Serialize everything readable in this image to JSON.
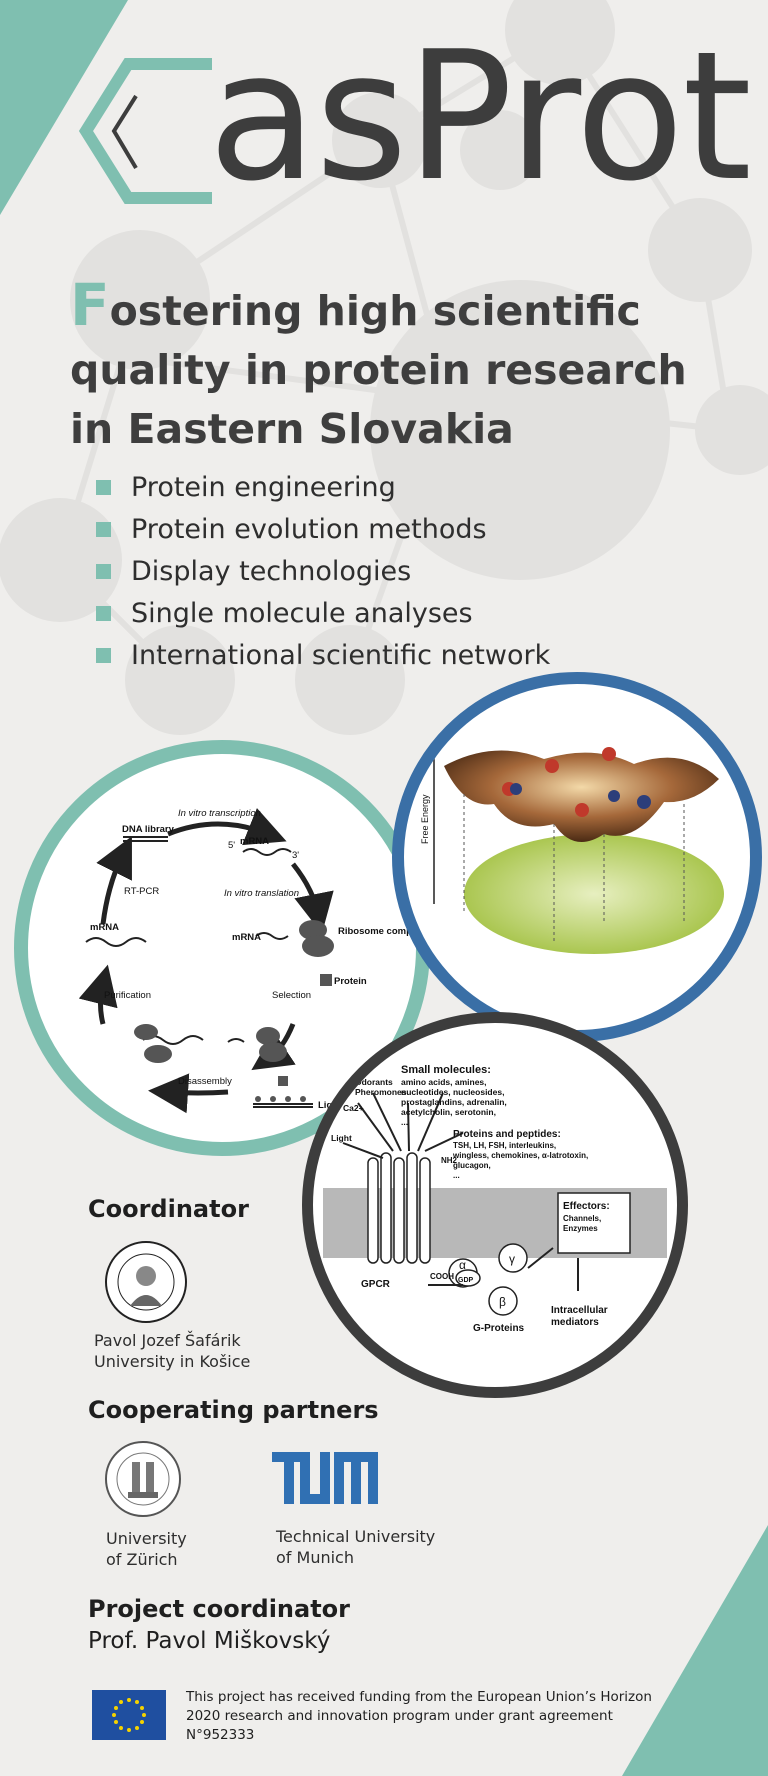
{
  "logo": {
    "text": "asProt",
    "mark_icon": "bracket-chevron-icon"
  },
  "headline": {
    "first_letter": "F",
    "rest": "ostering high scientific quality in protein research in Eastern Slovakia"
  },
  "features": [
    "Protein engineering",
    "Protein evolution methods",
    "Display technologies",
    "Single molecule analyses",
    "International scientific network"
  ],
  "cycle_diagram": {
    "dna_library": "DNA library",
    "in_vitro_transcription": "In vitro transcription",
    "mrna_top": "mRNA",
    "in_vitro_translation": "In vitro translation",
    "rt_pcr": "RT-PCR",
    "ribosome_complex": "Ribosome complex",
    "mrna_ribo": "mRNA",
    "protein": "Protein",
    "mrna_left": "mRNA",
    "purification": "Purification",
    "selection": "Selection",
    "disassembly": "Disassembly",
    "ligand": "Ligand",
    "five_prime": "5'",
    "three_prime": "3'"
  },
  "energy_diagram": {
    "ylabel": "Free Energy"
  },
  "gpcr_diagram": {
    "small_molecules_title": "Small molecules:",
    "small_molecules_text": [
      "amino acids, amines,",
      "nucleotides, nucleosides,",
      "prostaglandins, adrenalin,",
      "acetylcholin, serotonin,",
      "..."
    ],
    "odorants": "Odorants",
    "pheromones": "Pheromones",
    "ca": "Ca2+",
    "light": "Light",
    "proteins_title": "Proteins and peptides:",
    "proteins_text": [
      "TSH, LH, FSH, interleukins,",
      "wingless, chemokines, α-latrotoxin,",
      "glucagon,",
      "..."
    ],
    "nh2": "NH2",
    "cooh": "COOH",
    "gpcr": "GPCR",
    "gdp": "GDP",
    "alpha": "α",
    "beta": "β",
    "gamma": "γ",
    "g_proteins": "G-Proteins",
    "effectors_title": "Effectors:",
    "effectors_text": [
      "Channels,",
      "Enzymes"
    ],
    "intracellular": [
      "Intracellular",
      "mediators"
    ]
  },
  "coordinator": {
    "title": "Coordinator",
    "seal_icon": "upjs-seal-icon",
    "name_lines": [
      "Pavol Jozef Šafárik",
      "University in Košice"
    ]
  },
  "partners": {
    "title": "Cooperating partners",
    "items": [
      {
        "icon": "uzh-seal-icon",
        "lines": [
          "University",
          "of Zürich"
        ]
      },
      {
        "icon": "tum-logo-icon",
        "lines": [
          "Technical University",
          "of Munich"
        ]
      }
    ]
  },
  "project_coordinator": {
    "title": "Project coordinator",
    "name": "Prof. Pavol Miškovský"
  },
  "funding": {
    "flag_icon": "eu-flag-icon",
    "text": "This project has received funding from the European Union’s Horizon 2020 research and innovation program under grant agreement N°952333"
  },
  "colors": {
    "teal": "#7fbfb0",
    "blue": "#3a6fa6",
    "dark": "#3d3d3d",
    "background": "#efeeec"
  }
}
